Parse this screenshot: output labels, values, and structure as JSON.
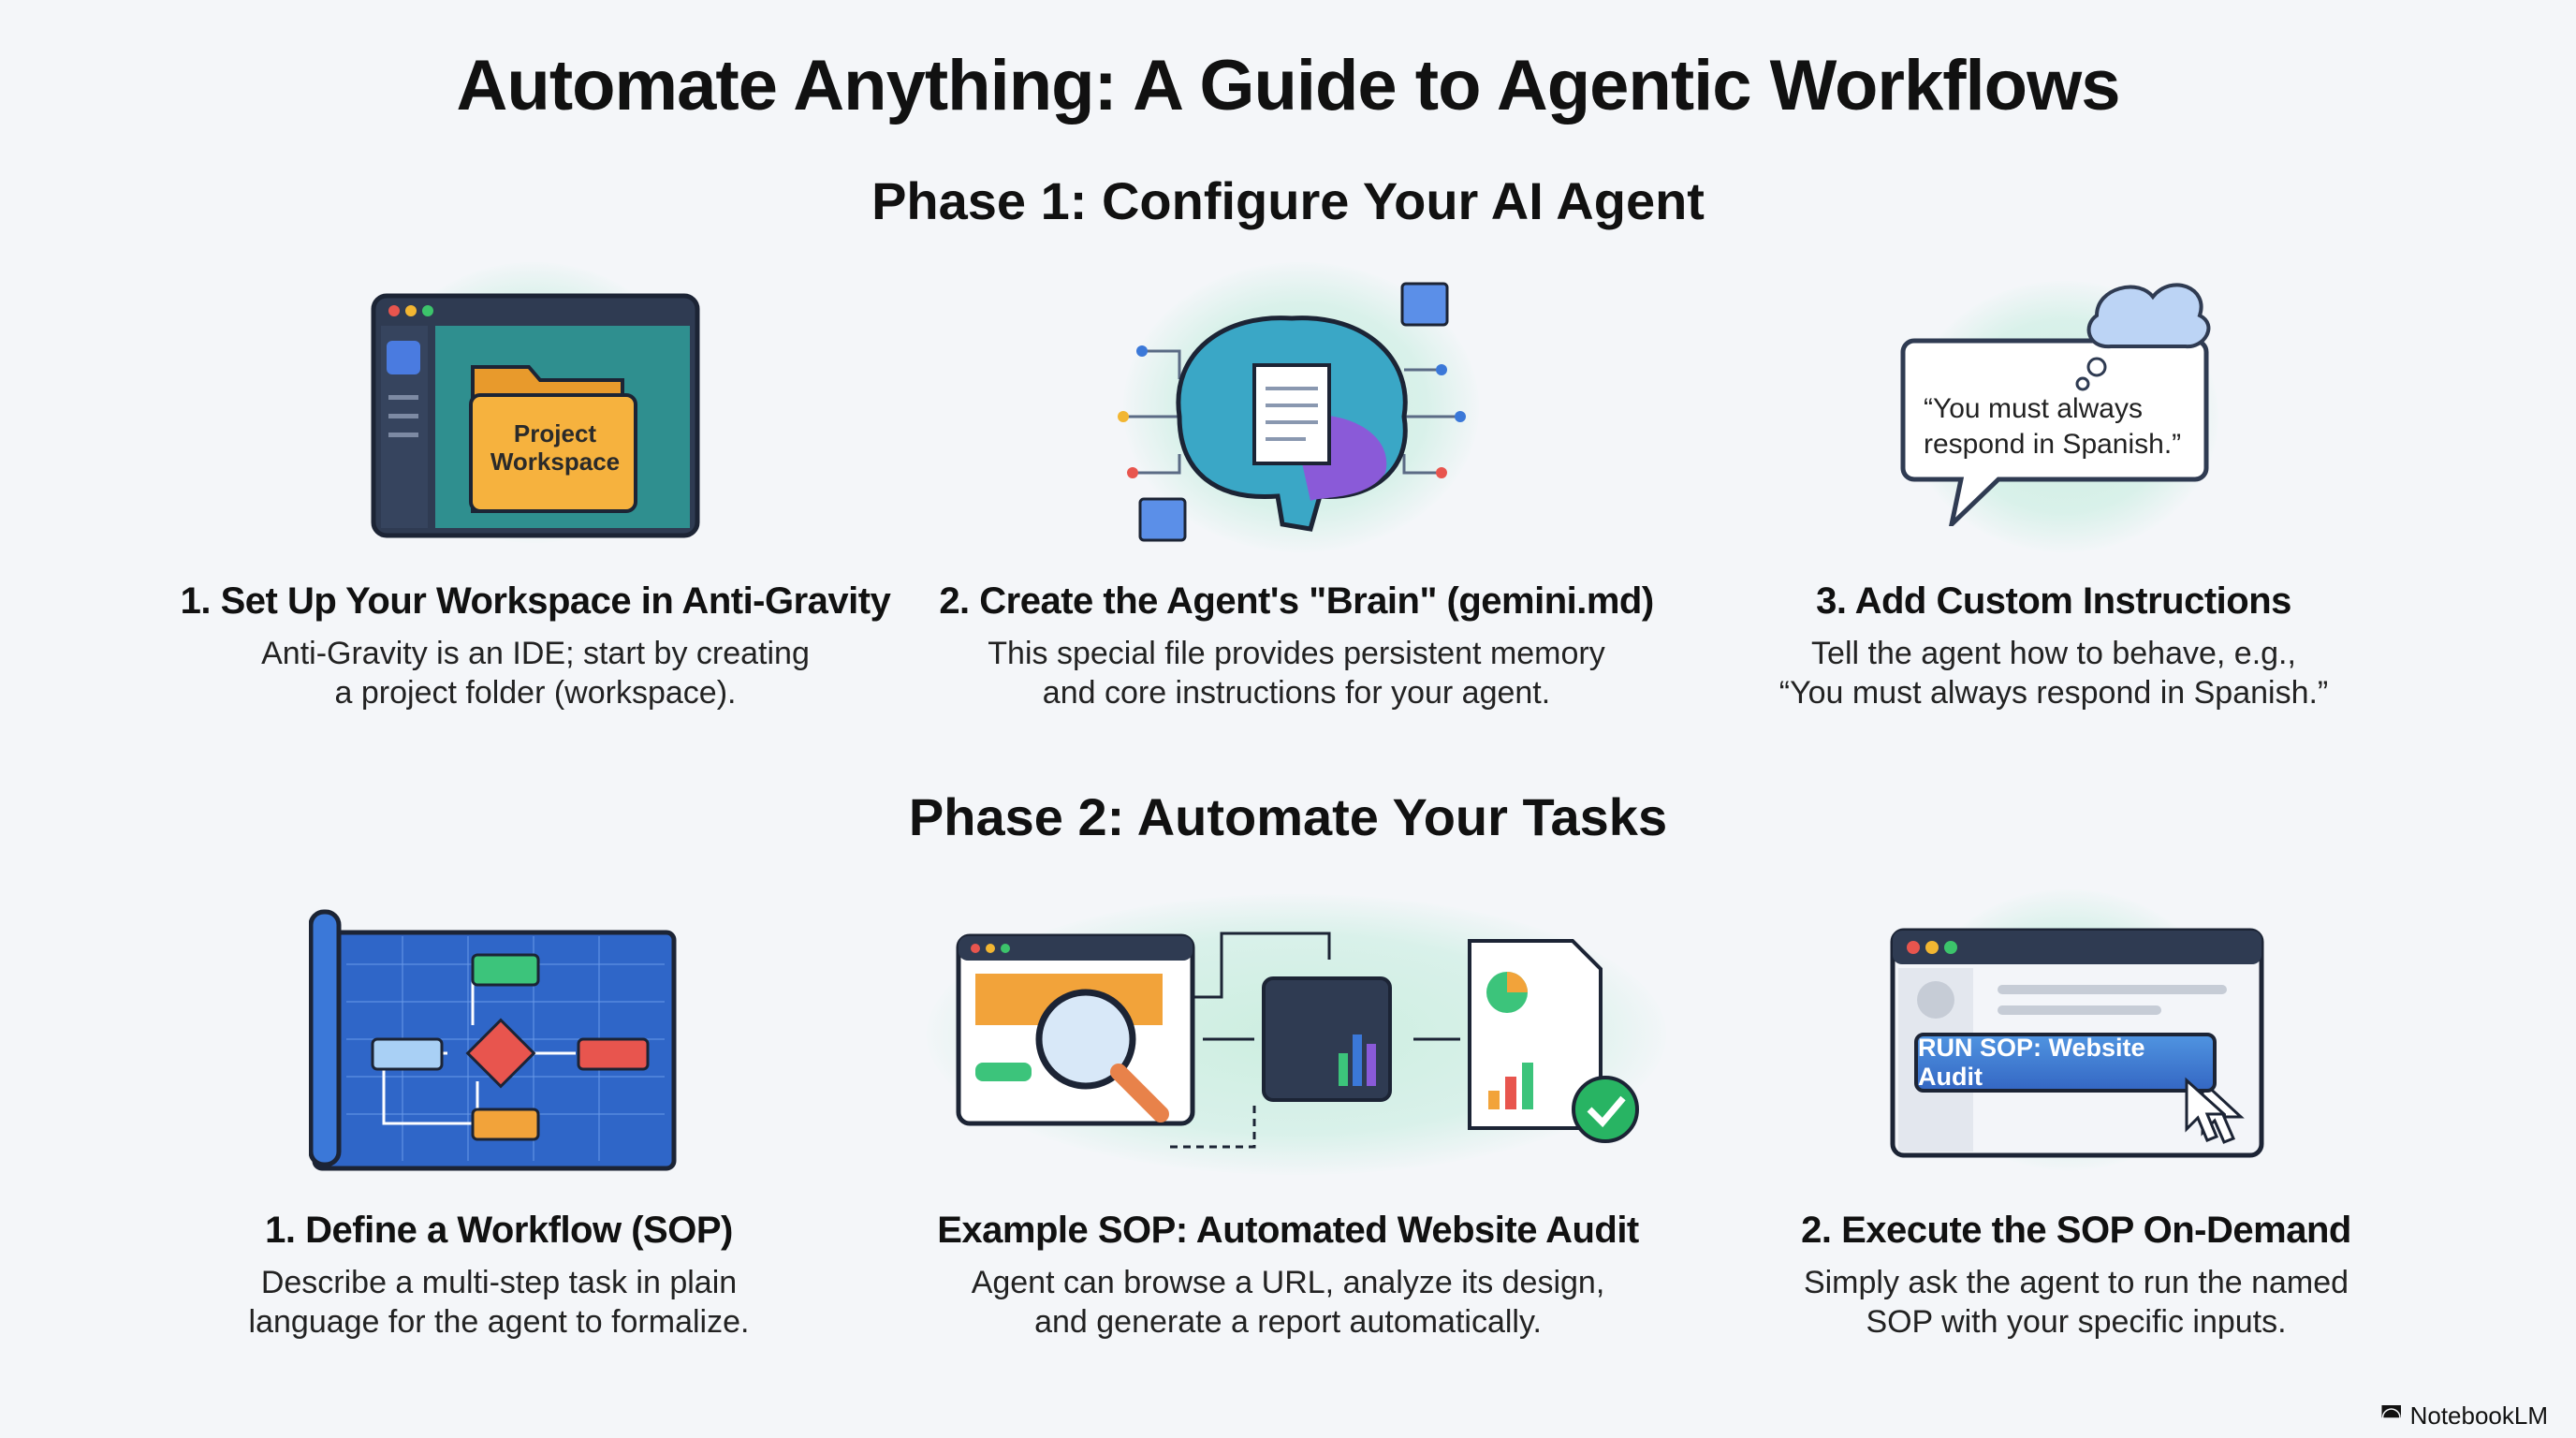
{
  "title": "Automate Anything: A Guide to Agentic Workflows",
  "phase1": {
    "heading": "Phase 1: Configure Your AI Agent",
    "cards": [
      {
        "title": "1. Set Up Your Workspace in Anti-Gravity",
        "desc1": "Anti-Gravity is an IDE; start by creating",
        "desc2": "a project folder (workspace).",
        "icon_label1": "Project",
        "icon_label2": "Workspace"
      },
      {
        "title": "2. Create the Agent's \"Brain\" (gemini.md)",
        "desc1": "This special file provides persistent memory",
        "desc2": "and core instructions for your agent."
      },
      {
        "title": "3. Add Custom Instructions",
        "desc1": "Tell the agent how to behave, e.g.,",
        "desc2": "“You must always respond in Spanish.”",
        "bubble1": "“You must always",
        "bubble2": "respond in Spanish.”"
      }
    ]
  },
  "phase2": {
    "heading": "Phase 2: Automate Your Tasks",
    "cards": [
      {
        "title": "1. Define a Workflow (SOP)",
        "desc1": "Describe a multi-step task in plain",
        "desc2": "language for the agent to formalize."
      },
      {
        "title": "Example SOP: Automated Website Audit",
        "desc1": "Agent can browse a URL, analyze its design,",
        "desc2": "and generate a report automatically."
      },
      {
        "title": "2. Execute the SOP On-Demand",
        "desc1": "Simply ask the agent to run the named",
        "desc2": "SOP with your specific inputs.",
        "button": "RUN SOP: Website Audit"
      }
    ]
  },
  "brand": "NotebookLM",
  "colors": {
    "accent": "#3b78d8",
    "glow": "#cdeee0",
    "dark": "#2f3b52"
  }
}
